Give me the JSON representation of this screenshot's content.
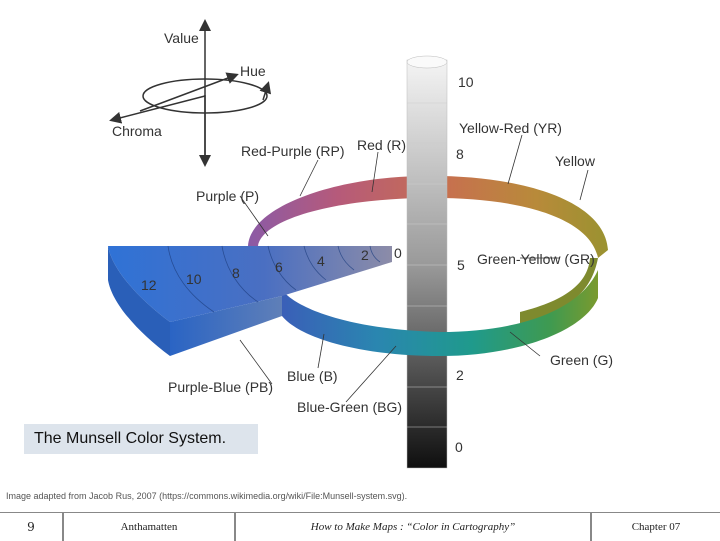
{
  "diagram": {
    "axis_labels": {
      "value": "Value",
      "hue": "Hue",
      "chroma": "Chroma"
    },
    "hue_labels": {
      "red_purple": "Red-Purple (RP)",
      "red": "Red (R)",
      "yellow_red": "Yellow-Red (YR)",
      "yellow": "Yellow",
      "purple": "Purple (P)",
      "green_yellow": "Green-Yellow (GR)",
      "green": "Green (G)",
      "blue": "Blue (B)",
      "purple_blue": "Purple-Blue (PB)",
      "blue_green": "Blue-Green (BG)"
    },
    "value_numbers": [
      "10",
      "8",
      "5",
      "2",
      "0"
    ],
    "chroma_numbers": [
      "12",
      "10",
      "8",
      "6",
      "4",
      "2",
      "0"
    ]
  },
  "caption": "The Munsell Color System.",
  "credit": "Image adapted from Jacob Rus, 2007 (https://commons.wikimedia.org/wiki/File:Munsell-system.svg).",
  "footer": {
    "page_number": "9",
    "author": "Anthamatten",
    "title": "How to Make Maps : “Color in Cartography”",
    "chapter": "Chapter 07"
  }
}
